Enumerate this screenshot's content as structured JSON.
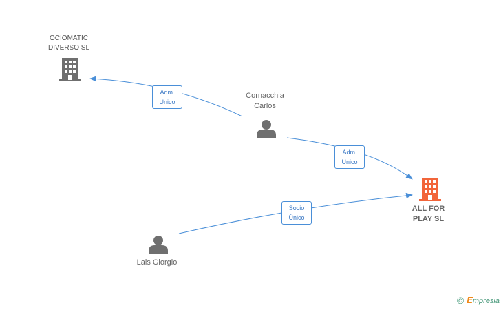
{
  "nodes": {
    "ociomatic": {
      "type": "company",
      "label_line1": "OCIOMATIC",
      "label_line2": "DIVERSO SL",
      "color": "#6f6f6f",
      "icon": "building-icon"
    },
    "cornacchia": {
      "type": "person",
      "label_line1": "Cornacchia",
      "label_line2": "Carlos",
      "color": "#6f6f6f",
      "icon": "person-icon"
    },
    "allforplay": {
      "type": "company",
      "label_line1": "ALL FOR",
      "label_line2": "PLAY SL",
      "color": "#f2653a",
      "icon": "building-icon",
      "highlighted": true
    },
    "lais": {
      "type": "person",
      "label": "Lais Giorgio",
      "color": "#6f6f6f",
      "icon": "person-icon"
    }
  },
  "edges": [
    {
      "from": "cornacchia",
      "to": "ociomatic",
      "label_line1": "Adm.",
      "label_line2": "Unico"
    },
    {
      "from": "cornacchia",
      "to": "allforplay",
      "label_line1": "Adm.",
      "label_line2": "Unico"
    },
    {
      "from": "lais",
      "to": "allforplay",
      "label_line1": "Socio",
      "label_line2": "Único"
    }
  ],
  "colors": {
    "edge": "#4a8fd8",
    "edge_label_text": "#3a78c4"
  },
  "footer": {
    "copyright_symbol": "©",
    "brand_initial": "E",
    "brand_rest": "mpresia"
  }
}
